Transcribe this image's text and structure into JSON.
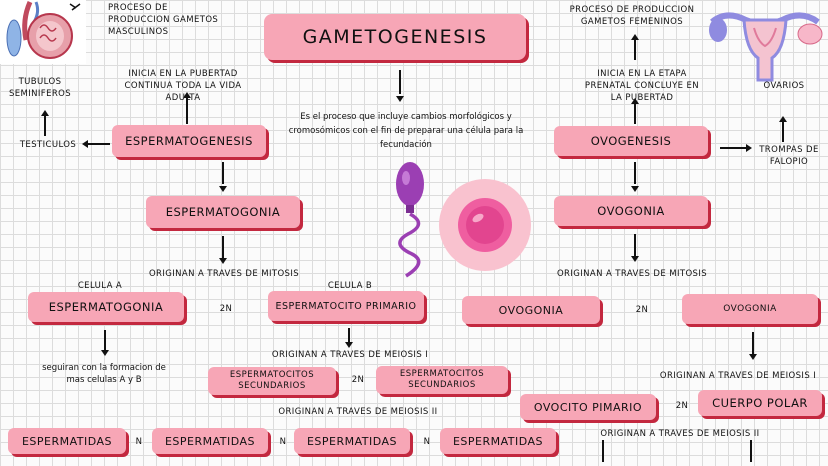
{
  "title": "GAMETOGENESIS",
  "definition": "Es el proceso que incluye cambios morfológicos y cromosómicos con el fin de preparar una célula para la fecundación",
  "male": {
    "production": "PROCESO DE PRODUCCION GAMETOS MASCULINOS",
    "start": "INICIA EN LA PUBERTAD CONTINUA TODA LA VIDA ADULTA",
    "tubules": "TUBULOS SEMINIFEROS",
    "testes": "TESTICULOS",
    "main": "ESPERMATOGENESIS",
    "cell": "ESPERMATOGONIA",
    "mitosis": "ORIGINAN A TRAVES DE MITOSIS",
    "cell_a_label": "CELULA A",
    "cell_a": "ESPERMATOGONIA",
    "cell_a_2n": "2N",
    "cell_b_label": "CELULA B",
    "cell_b": "ESPERMATOCITO PRIMARIO",
    "cell_a_note": "seguiran con la formacion de mas celulas A y B",
    "meiosis1": "ORIGINAN A TRAVES DE MEIOSIS I",
    "secondary1": "ESPERMATOCITOS SECUNDARIOS",
    "secondary_2n": "2N",
    "secondary2": "ESPERMATOCITOS SECUNDARIOS",
    "meiosis2": "ORIGINAN A TRAVES DE MEIOSIS II",
    "spermatids": [
      "ESPERMATIDAS",
      "ESPERMATIDAS",
      "ESPERMATIDAS",
      "ESPERMATIDAS"
    ],
    "spermatid_ploidy": [
      "N",
      "N",
      "N"
    ]
  },
  "female": {
    "production": "PROCESO DE PRODUCCION GAMETOS FEMENINOS",
    "start": "INICIA EN LA ETAPA PRENATAL CONCLUYE EN LA PUBERTAD",
    "ovaries": "OVARIOS",
    "tubes": "TROMPAS DE FALOPIO",
    "main": "OVOGENESIS",
    "cell": "OVOGONIA",
    "mitosis": "ORIGINAN A TRAVES DE MITOSIS",
    "ovogonia1": "OVOGONIA",
    "ovogonia_2n": "2N",
    "ovogonia2": "OVOGONIA",
    "meiosis1": "ORIGINAN A TRAVES DE MEIOSIS I",
    "oocyte": "OVOCITO PIMARIO",
    "oocyte_2n": "2N",
    "polar": "CUERPO POLAR",
    "meiosis2": "ORIGINAN A TRAVES DE MEIOSIS II"
  },
  "colors": {
    "box": "#f7a6b6",
    "shadow": "#c3283f",
    "egg": "#f06aa8",
    "sperm": "#9b3fb3"
  }
}
